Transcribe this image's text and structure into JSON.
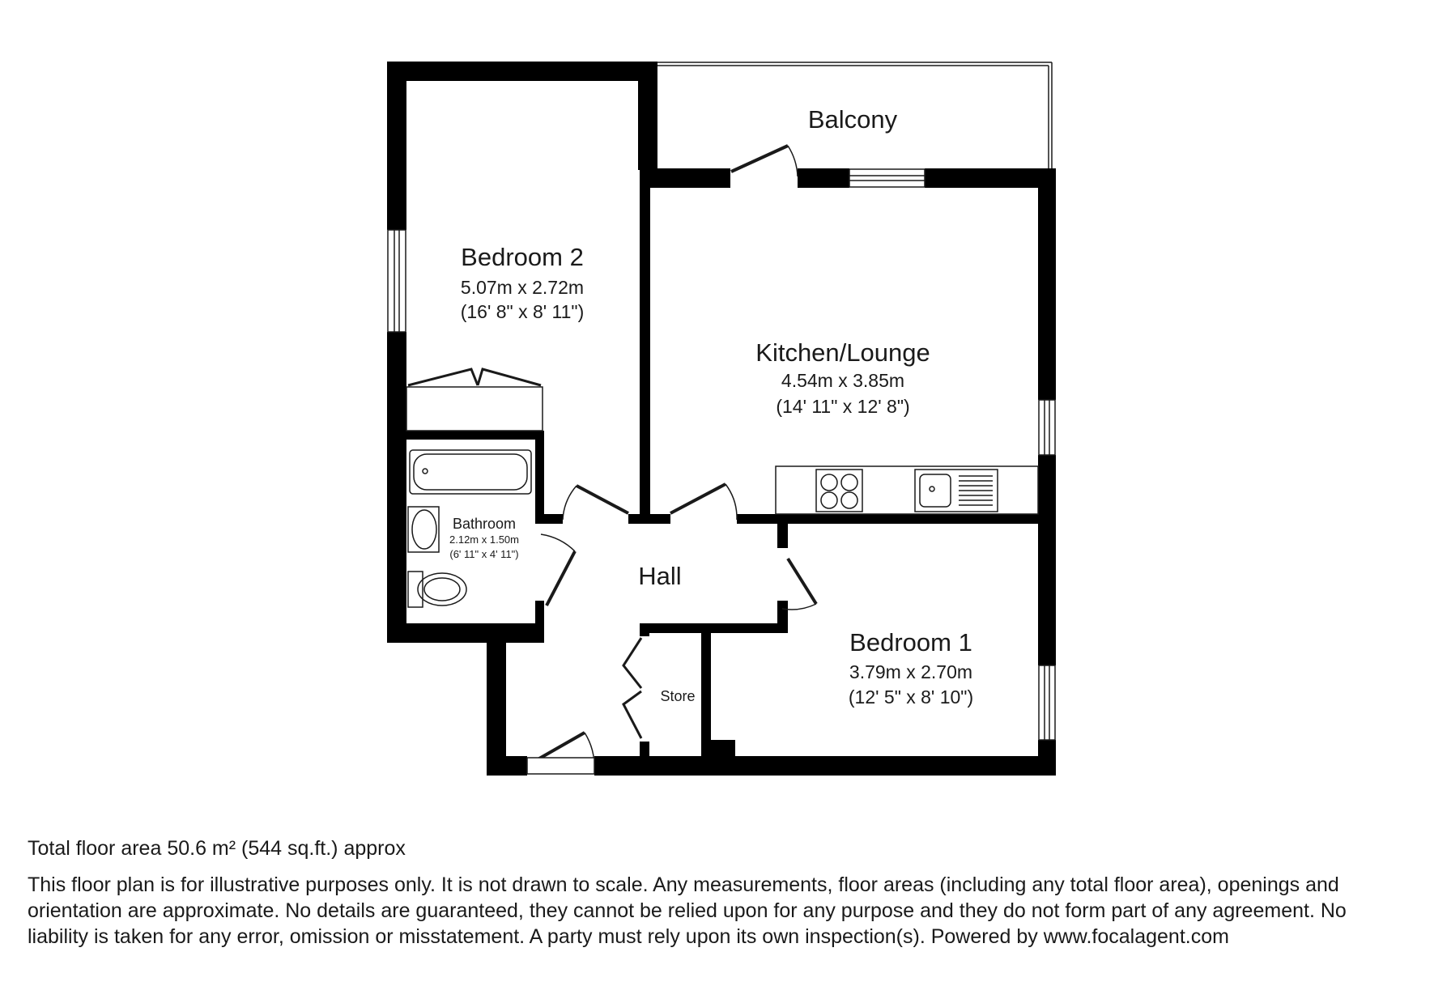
{
  "rooms": {
    "balcony": {
      "name": "Balcony"
    },
    "bedroom2": {
      "name": "Bedroom 2",
      "metric": "5.07m x 2.72m",
      "imperial": "(16' 8\" x 8' 11\")"
    },
    "kitchen": {
      "name": "Kitchen/Lounge",
      "metric": "4.54m x 3.85m",
      "imperial": "(14' 11\" x 12' 8\")"
    },
    "bathroom": {
      "name": "Bathroom",
      "metric": "2.12m x 1.50m",
      "imperial": "(6' 11\" x 4' 11\")"
    },
    "hall": {
      "name": "Hall"
    },
    "store": {
      "name": "Store"
    },
    "bedroom1": {
      "name": "Bedroom 1",
      "metric": "3.79m x 2.70m",
      "imperial": "(12' 5\" x 8' 10\")"
    }
  },
  "footer": {
    "total_area": "Total floor area 50.6 m² (544 sq.ft.) approx",
    "disclaimer": "This floor plan is for illustrative purposes only. It is not drawn to scale. Any measurements, floor areas (including any total floor area), openings and orientation are approximate. No details are guaranteed, they cannot be relied upon for any purpose and they do not form part of any agreement. No liability is taken for any error, omission or misstatement. A party must rely upon its own inspection(s). Powered by www.focalagent.com"
  },
  "colors": {
    "wall": "#000000",
    "line": "#1a1a1a",
    "background": "#ffffff"
  }
}
